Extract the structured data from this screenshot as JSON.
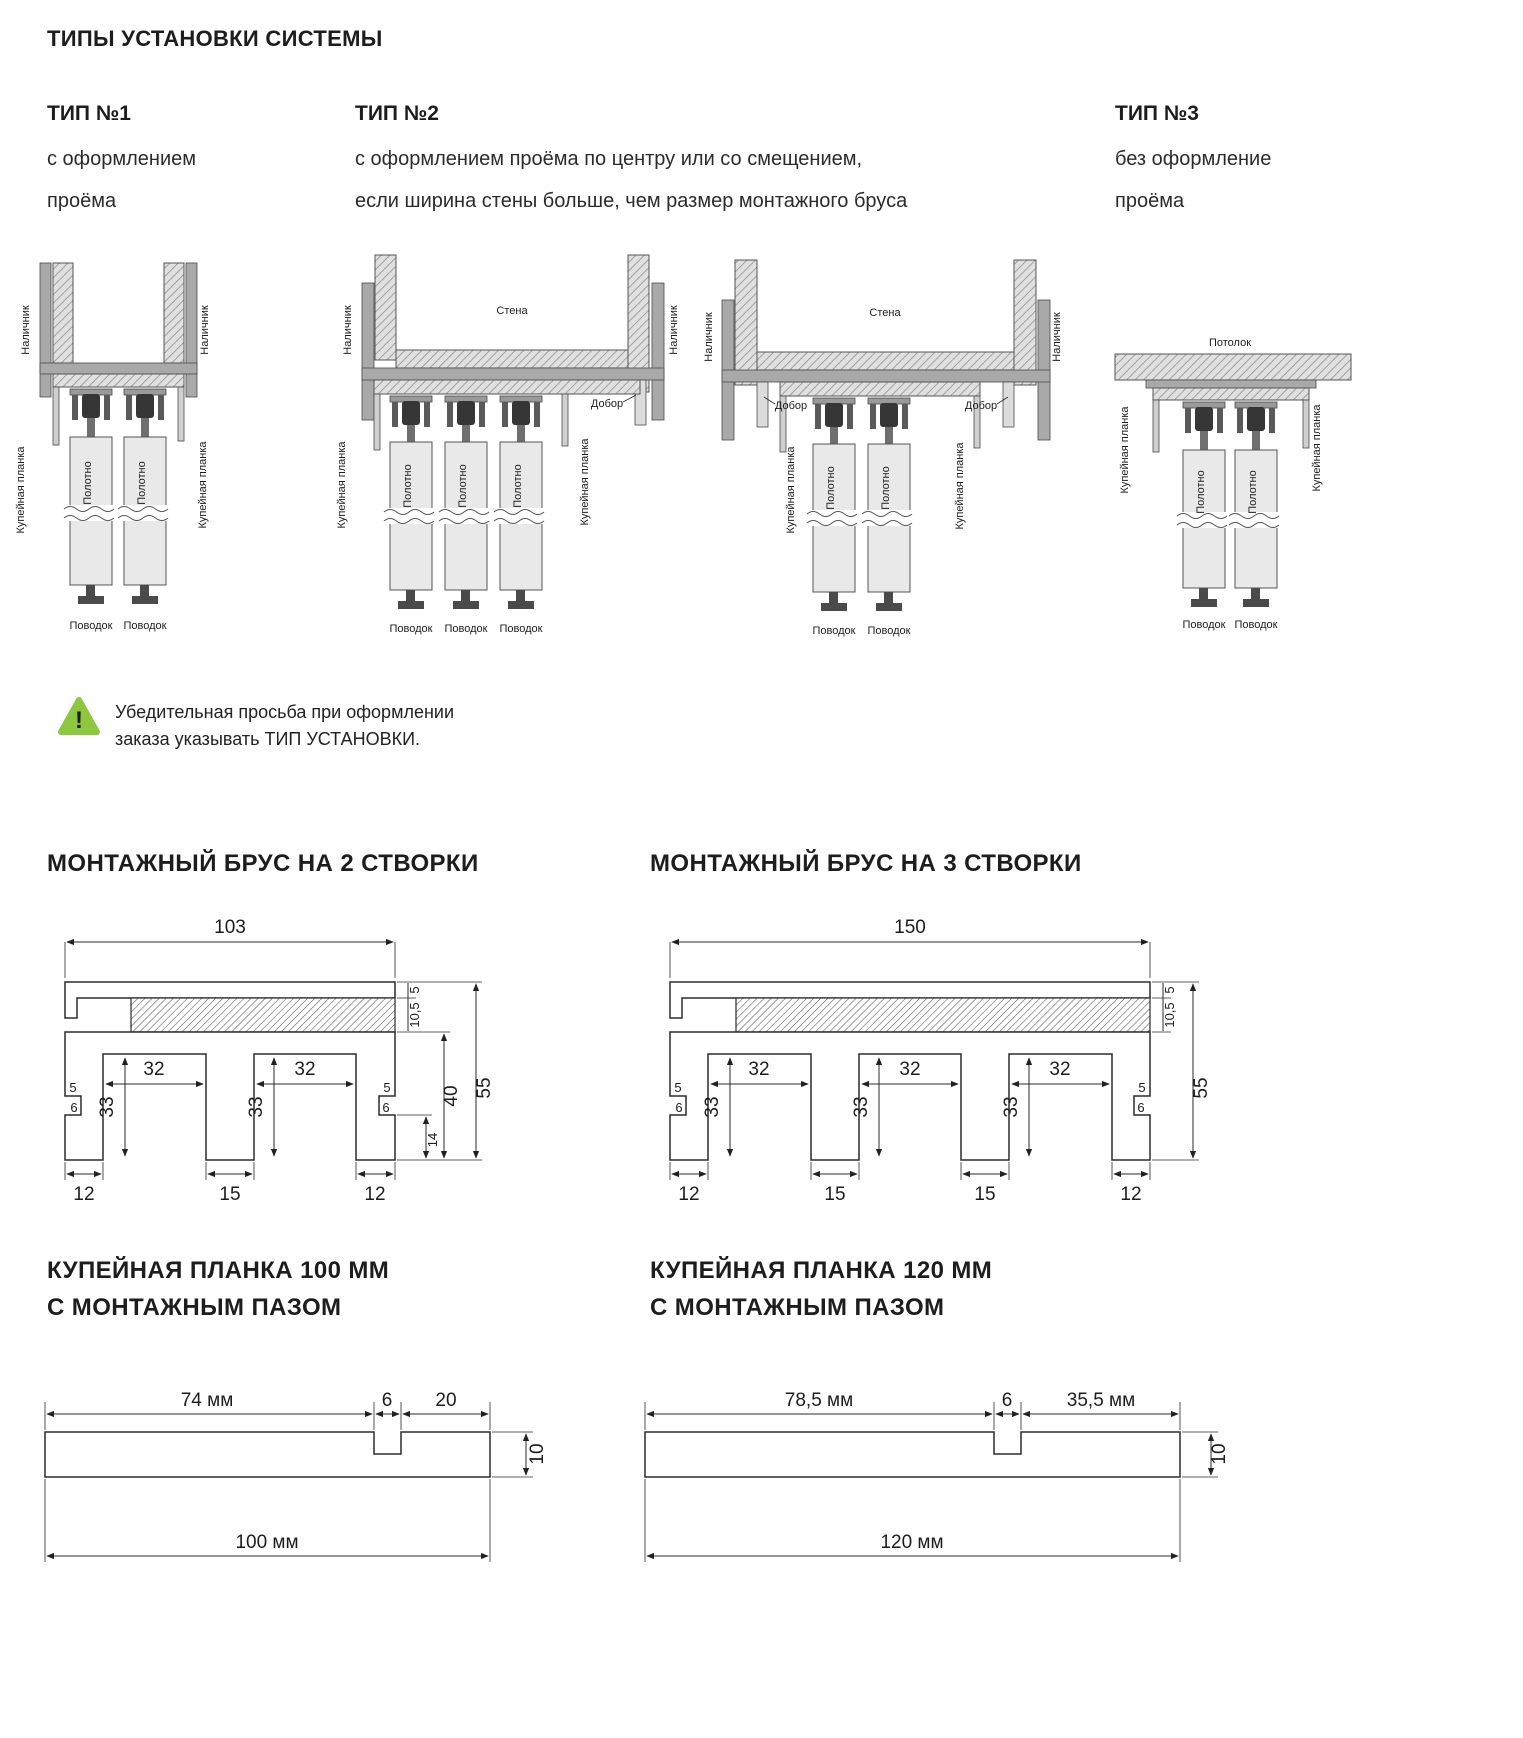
{
  "page": {
    "title": "ТИПЫ УСТАНОВКИ СИСТЕМЫ"
  },
  "types": [
    {
      "title": "ТИП №1",
      "line1": "с оформлением",
      "line2": "проёма"
    },
    {
      "title": "ТИП №2",
      "line1": "с оформлением проёма по центру или со смещением,",
      "line2": "если ширина стены больше, чем размер монтажного бруса"
    },
    {
      "title": "ТИП №3",
      "line1": "без оформление",
      "line2": "проёма"
    }
  ],
  "labels": {
    "nalichnik": "Наличник",
    "planka": "Купейная планка",
    "polotno": "Полотно",
    "povodok": "Поводок",
    "stena": "Стена",
    "dobor": "Добор",
    "potolok": "Потолок"
  },
  "warning": {
    "mark": "!",
    "line1": "Убедительная просьба при оформлении",
    "line2": "заказа указывать ТИП УСТАНОВКИ."
  },
  "sections": {
    "beam2_title": "МОНТАЖНЫЙ БРУС НА 2 СТВОРКИ",
    "beam3_title": "МОНТАЖНЫЙ БРУС НА 3 СТВОРКИ",
    "strip100_title1": "КУПЕЙНАЯ ПЛАНКА 100 ММ",
    "strip100_title2": "С МОНТАЖНЫМ ПАЗОМ",
    "strip120_title1": "КУПЕЙНАЯ ПЛАНКА 120 ММ",
    "strip120_title2": "С МОНТАЖНЫМ ПАЗОМ"
  },
  "dims": {
    "w103": "103",
    "w150": "150",
    "t5": "5",
    "t105": "10,5",
    "g32": "32",
    "g33": "33",
    "n5": "5",
    "n6": "6",
    "h40": "40",
    "h14": "14",
    "h55": "55",
    "b12": "12",
    "b15": "15",
    "s74": "74 мм",
    "s6": "6",
    "s20": "20",
    "s100": "100 мм",
    "s785": "78,5 мм",
    "s355": "35,5 мм",
    "s120": "120 мм",
    "s10": "10"
  }
}
